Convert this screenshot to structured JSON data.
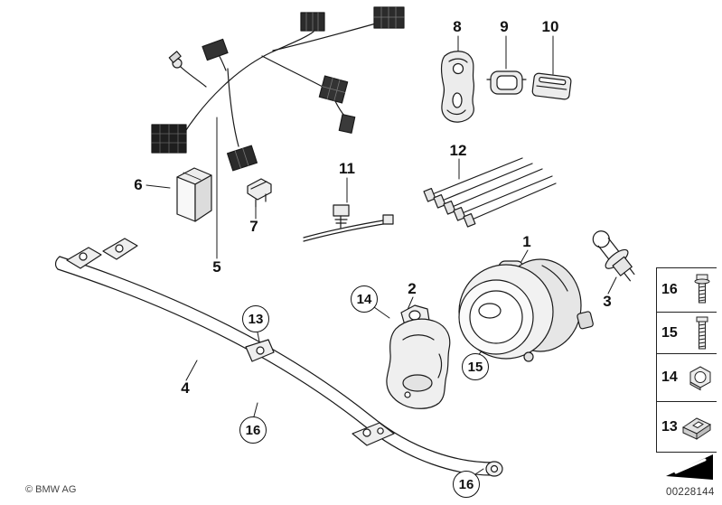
{
  "page": {
    "copyright": "© BMW AG",
    "document_number": "00228144"
  },
  "callouts": {
    "n1": "1",
    "n2": "2",
    "n3": "3",
    "n4": "4",
    "n5": "5",
    "n6": "6",
    "n7": "7",
    "n8": "8",
    "n9": "9",
    "n10": "10",
    "n11": "11",
    "n12": "12",
    "c13": "13",
    "c14": "14",
    "c15": "15",
    "c16a": "16",
    "c16b": "16"
  },
  "legend": {
    "rows": [
      {
        "label": "16",
        "icon": "hex-bolt-icon"
      },
      {
        "label": "15",
        "icon": "hex-bolt-icon"
      },
      {
        "label": "14",
        "icon": "hex-nut-icon"
      },
      {
        "label": "13",
        "icon": "clip-nut-icon"
      }
    ]
  }
}
